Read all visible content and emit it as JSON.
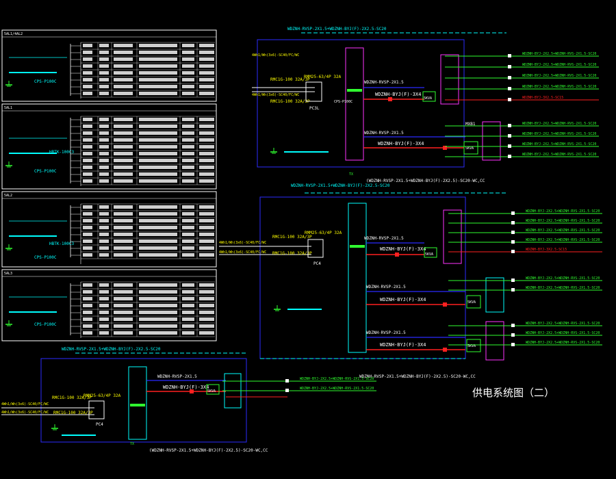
{
  "title": "供电系统图（二）",
  "colors": {
    "background": "#000000",
    "blue": "#2b2bff",
    "red": "#ff2020",
    "green": "#30ff30",
    "cyan": "#00ffff",
    "magenta": "#ff33ff",
    "yellow": "#ffff00",
    "white": "#ffffff"
  },
  "panel1": {
    "header_cable": "WDZNH-RVSP-2X1.5+WDZNH-BYJ(F)-2X2.5-SC20",
    "breaker_main": "RMC1G-100 32A/3P",
    "breaker_2": "RMC1G-100 32A/3P",
    "mcb": "RMM25-63/4P 32A",
    "unit_label": "PC3L",
    "feed_1": "4Wh1/Wh(3x6)-SC40/FC/WC",
    "feed_2": "4Wh1/Wh(3x6)-SC40/FC/WC",
    "vertical_label": "CPS-P100C",
    "branch_a_top": "WDZNH-RVSP-2X1.5",
    "branch_a_bot": "WDZNH-BYJ(F)-3X4",
    "branch_b_top": "WDZNH-RVSP-2X1.5",
    "branch_b_bot": "WDZNH-BYJ(F)-3X4",
    "ups_1": "5KVA",
    "ups_2": "5KVA",
    "sub_label": "MXB1",
    "footer_cable": "(WDZNH-RVSP-2X1.5+WDZNH-BYJ(F)-2X2.5)-SC20-WC,CC",
    "out_cables": [
      "WDZNH-BYJ-2X2.5+WDZNH-RVS-2X1.5-SC20",
      "WDZNH-BYJ-2X2.5+WDZNH-RVS-2X1.5-SC20",
      "WDZNH-BYJ-2X2.5+WDZNH-RVS-2X1.5-SC20",
      "WDZNH-BYJ-2X2.5+WDZNH-RVS-2X1.5-SC20",
      "WDZNH-BYJ-3X2.5-SC15"
    ],
    "out_cables_b": [
      "WDZNH-BYJ-2X2.5+WDZNH-RVS-2X1.5-SC20",
      "WDZNH-BYJ-2X2.5+WDZNH-RVS-2X1.5-SC20",
      "WDZNH-BYJ-2X2.5+WDZNH-RVS-2X1.5-SC20",
      "WDZNH-BYJ-2X2.5+WDZNH-RVS-2X1.5-SC20"
    ]
  },
  "panel2": {
    "header_cable": "WDZNH-RVSP-2X1.5+WDZNH-BYJ(F)-2X2.5-SC20",
    "breaker_main": "RMC1G-100 32A/3P",
    "breaker_2": "RMC1G-100 32A/3P",
    "mcb": "RMM25-63/4P 32A",
    "unit_label": "PC4",
    "feed_1": "4Wh1/Wh(3x6)-SC40/FC/WC",
    "feed_2": "4Wh1/Wh(3x6)-SC40/FC/WC",
    "branch_a_top": "WDZNH-RVSP-2X1.5",
    "branch_a_bot": "WDZNH-BYJ(F)-3X4",
    "branch_b_top": "WDZNH-RVSP-2X1.5",
    "branch_b_bot": "WDZNH-BYJ(F)-3X4",
    "branch_c_top": "WDZNH-RVSP-2X1.5",
    "branch_c_bot": "WDZNH-BYJ(F)-3X4",
    "ups": "5KVA",
    "footer_cable": "WDZNH-RVSP-2X1.5+WDZNH-BYJ(F)-2X2.5)-SC20-WC,CC",
    "out_cables": [
      "WDZNH-BYJ-2X2.5+WDZNH-RVS-2X1.5-SC20",
      "WDZNH-BYJ-2X2.5+WDZNH-RVS-2X1.5-SC20",
      "WDZNH-BYJ-2X2.5+WDZNH-RVS-2X1.5-SC20",
      "WDZNH-BYJ-2X2.5+WDZNH-RVS-2X1.5-SC20",
      "WDZNH-BYJ-3X2.5-SC15"
    ]
  },
  "panel3": {
    "header_cable": "WDZNH-RVSP-2X1.5+WDZNH-BYJ(F)-2X2.5-SC20",
    "breaker_main": "RMC1G-100 32A/3P",
    "breaker_2": "RMC1G-100 32A/3P",
    "mcb": "RMM25-63/4P 32A",
    "unit_label": "PC4",
    "feed_1": "4Wh1/Wh(3x6)-SC40/FC/WC",
    "feed_2": "4Wh1/Wh(3x6)-SC40/FC/WC",
    "branch_top": "WDZNH-RVSP-2X1.5",
    "branch_bot": "WDZNH-BYJ(F)-3X4",
    "ups": "5KVA",
    "footer_cable": "(WDZNH-RVSP-2X1.5+WDZNH-BYJ(F)-2X2.5)-SC20-WC,CC",
    "out_cables": [
      "WDZNH-BYJ-2X2.5+WDZNH-RVS-2X1.5-SC20",
      "WDZNH-BYJ-2X2.5+WDZNH-RVS-2X1.5-SC20"
    ]
  },
  "tables": [
    {
      "header": "5AL1/4AL2",
      "label_1": "CPS-P100C"
    },
    {
      "header": "5AL1",
      "label_1": "HBTK-100C3",
      "label_2": "CPS-P100C"
    },
    {
      "header": "5AL2",
      "label_1": "HBTK-100C3",
      "label_2": "CPS-P100C"
    },
    {
      "header": "5AL3",
      "label_1": "CPS-P100C"
    }
  ]
}
